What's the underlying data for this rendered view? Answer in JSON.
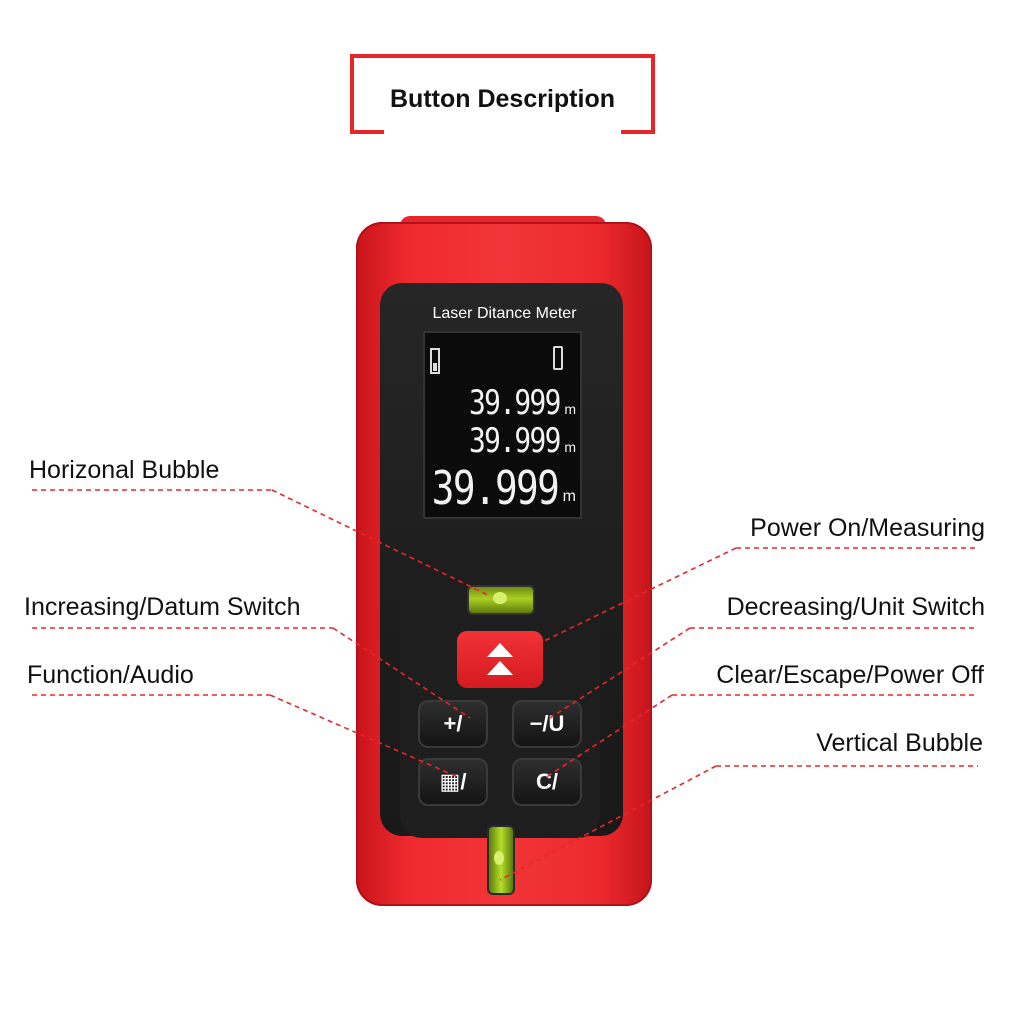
{
  "title": "Button Description",
  "device": {
    "screen_title": "Laser Ditance Meter",
    "readings": [
      {
        "value": "39.999",
        "unit": "m"
      },
      {
        "value": "39.999",
        "unit": "m"
      },
      {
        "value": "39.999",
        "unit": "m"
      }
    ],
    "buttons": {
      "plus_label": "+/",
      "minus_label": "−/U",
      "func_label": "▦/",
      "clear_label": "C/"
    }
  },
  "labels": {
    "horizontal_bubble": "Horizonal Bubble",
    "increasing": "Increasing/Datum Switch",
    "function": "Function/Audio",
    "power": "Power On/Measuring",
    "decreasing": "Decreasing/Unit Switch",
    "clear": "Clear/Escape/Power Off",
    "vertical_bubble": "Vertical Bubble"
  },
  "colors": {
    "accent": "#e8262a",
    "device_body": "#f23538",
    "face": "#1e1e1e",
    "bubble": "#a9d021"
  },
  "icons": [
    "arrow-up-double-icon",
    "battery-icon",
    "level-icon"
  ]
}
